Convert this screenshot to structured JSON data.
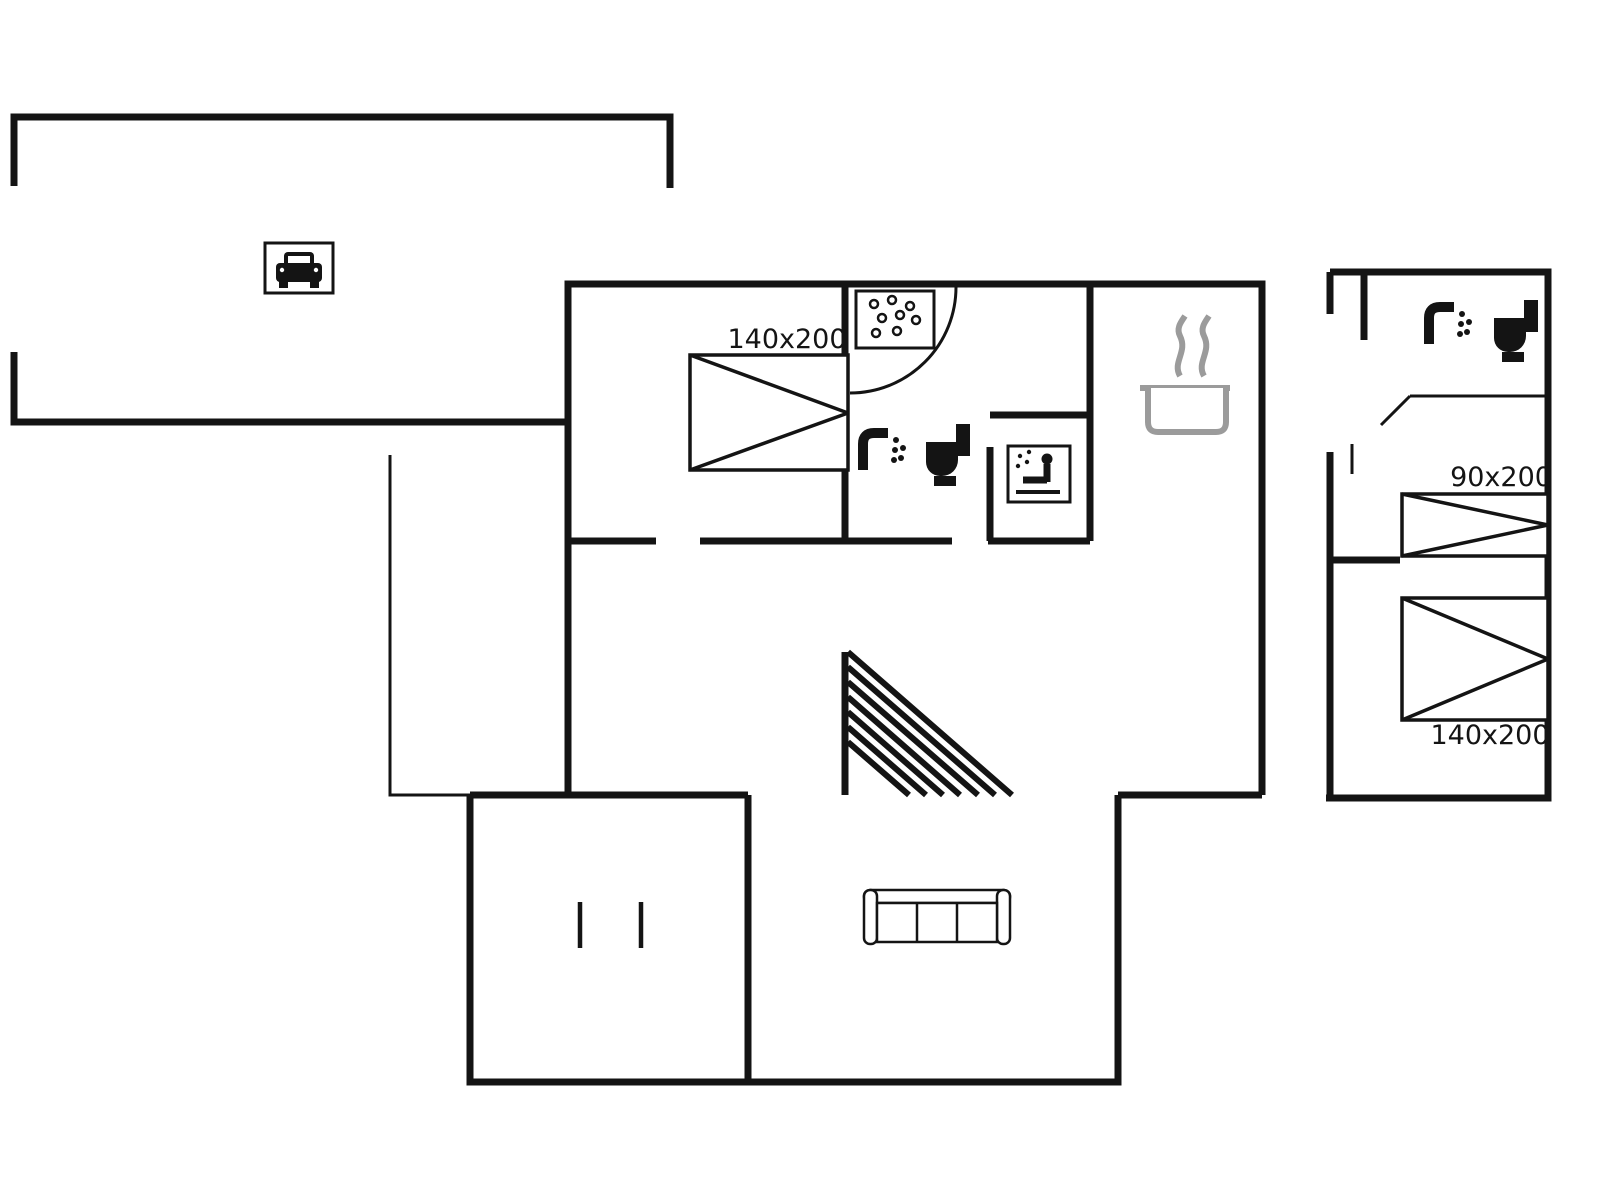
{
  "plan": {
    "colors": {
      "wall": "#141414",
      "appliance": "#9b9b9b",
      "background": "#ffffff"
    },
    "labels": {
      "bed_main": "140x200",
      "bed_single": "90x200",
      "bed_double": "140x200"
    },
    "icons": [
      "car-icon",
      "double-bed-icon",
      "single-bed-icon",
      "shower-cabin-icon",
      "hand-shower-icon",
      "toilet-icon",
      "sauna-icon",
      "cooking-pot-icon",
      "sofa-icon",
      "stairs-icon",
      "door-markers"
    ]
  }
}
